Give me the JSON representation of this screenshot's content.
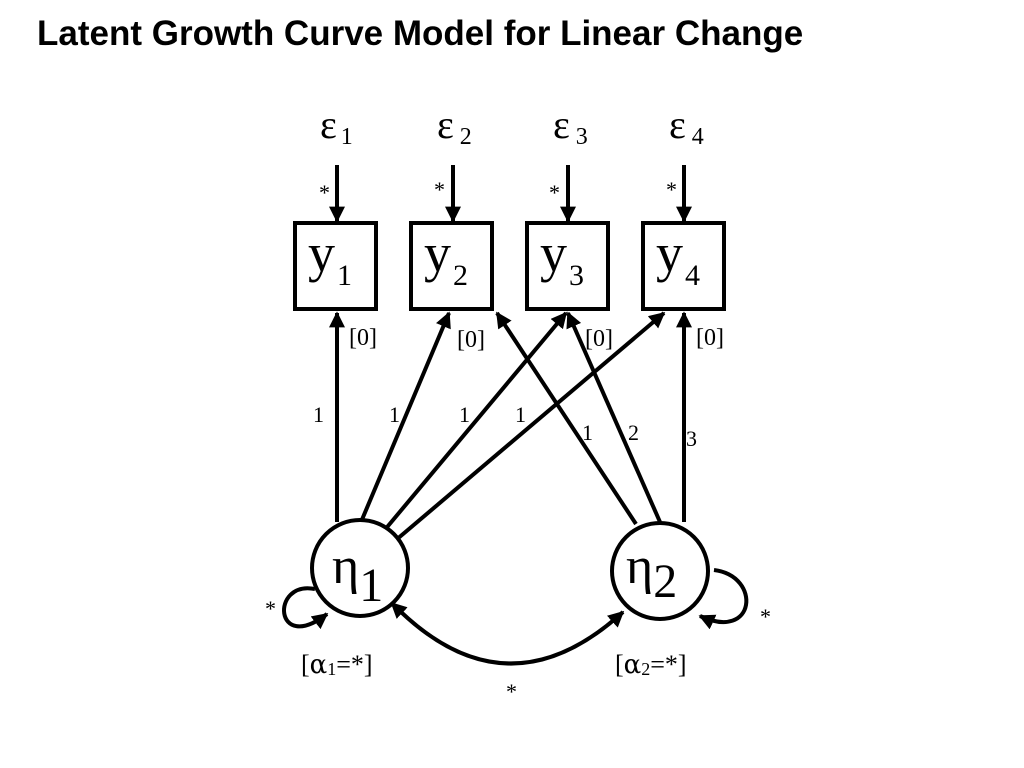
{
  "title": "Latent Growth Curve Model for Linear Change",
  "errors": [
    {
      "symbol": "ε",
      "index": "1",
      "variance": "*"
    },
    {
      "symbol": "ε",
      "index": "2",
      "variance": "*"
    },
    {
      "symbol": "ε",
      "index": "3",
      "variance": "*"
    },
    {
      "symbol": "ε",
      "index": "4",
      "variance": "*"
    }
  ],
  "observed": [
    {
      "symbol": "y",
      "index": "1",
      "intercept": "[0]"
    },
    {
      "symbol": "y",
      "index": "2",
      "intercept": "[0]"
    },
    {
      "symbol": "y",
      "index": "3",
      "intercept": "[0]"
    },
    {
      "symbol": "y",
      "index": "4",
      "intercept": "[0]"
    }
  ],
  "latent": [
    {
      "symbol": "η",
      "index": "1",
      "variance": "*",
      "mean": {
        "open": "[",
        "symbol": "α",
        "index": "1",
        "rest": "=*]"
      }
    },
    {
      "symbol": "η",
      "index": "2",
      "variance": "*",
      "mean": {
        "open": "[",
        "symbol": "α",
        "index": "2",
        "rest": "=*]"
      }
    }
  ],
  "intercept_loadings": [
    "1",
    "1",
    "1",
    "1"
  ],
  "slope_loadings": [
    "1",
    "2",
    "3"
  ],
  "covariance": "*"
}
